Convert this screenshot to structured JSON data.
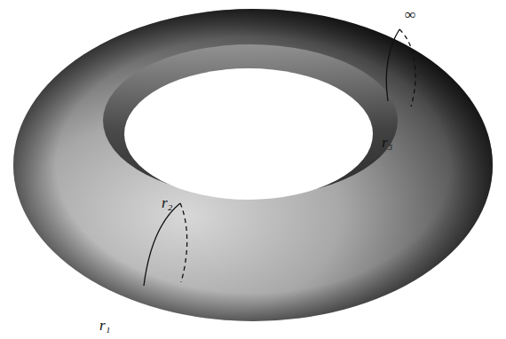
{
  "diagram": {
    "labels": [
      "r₁",
      "r₂",
      "r₃",
      "∞"
    ]
  }
}
